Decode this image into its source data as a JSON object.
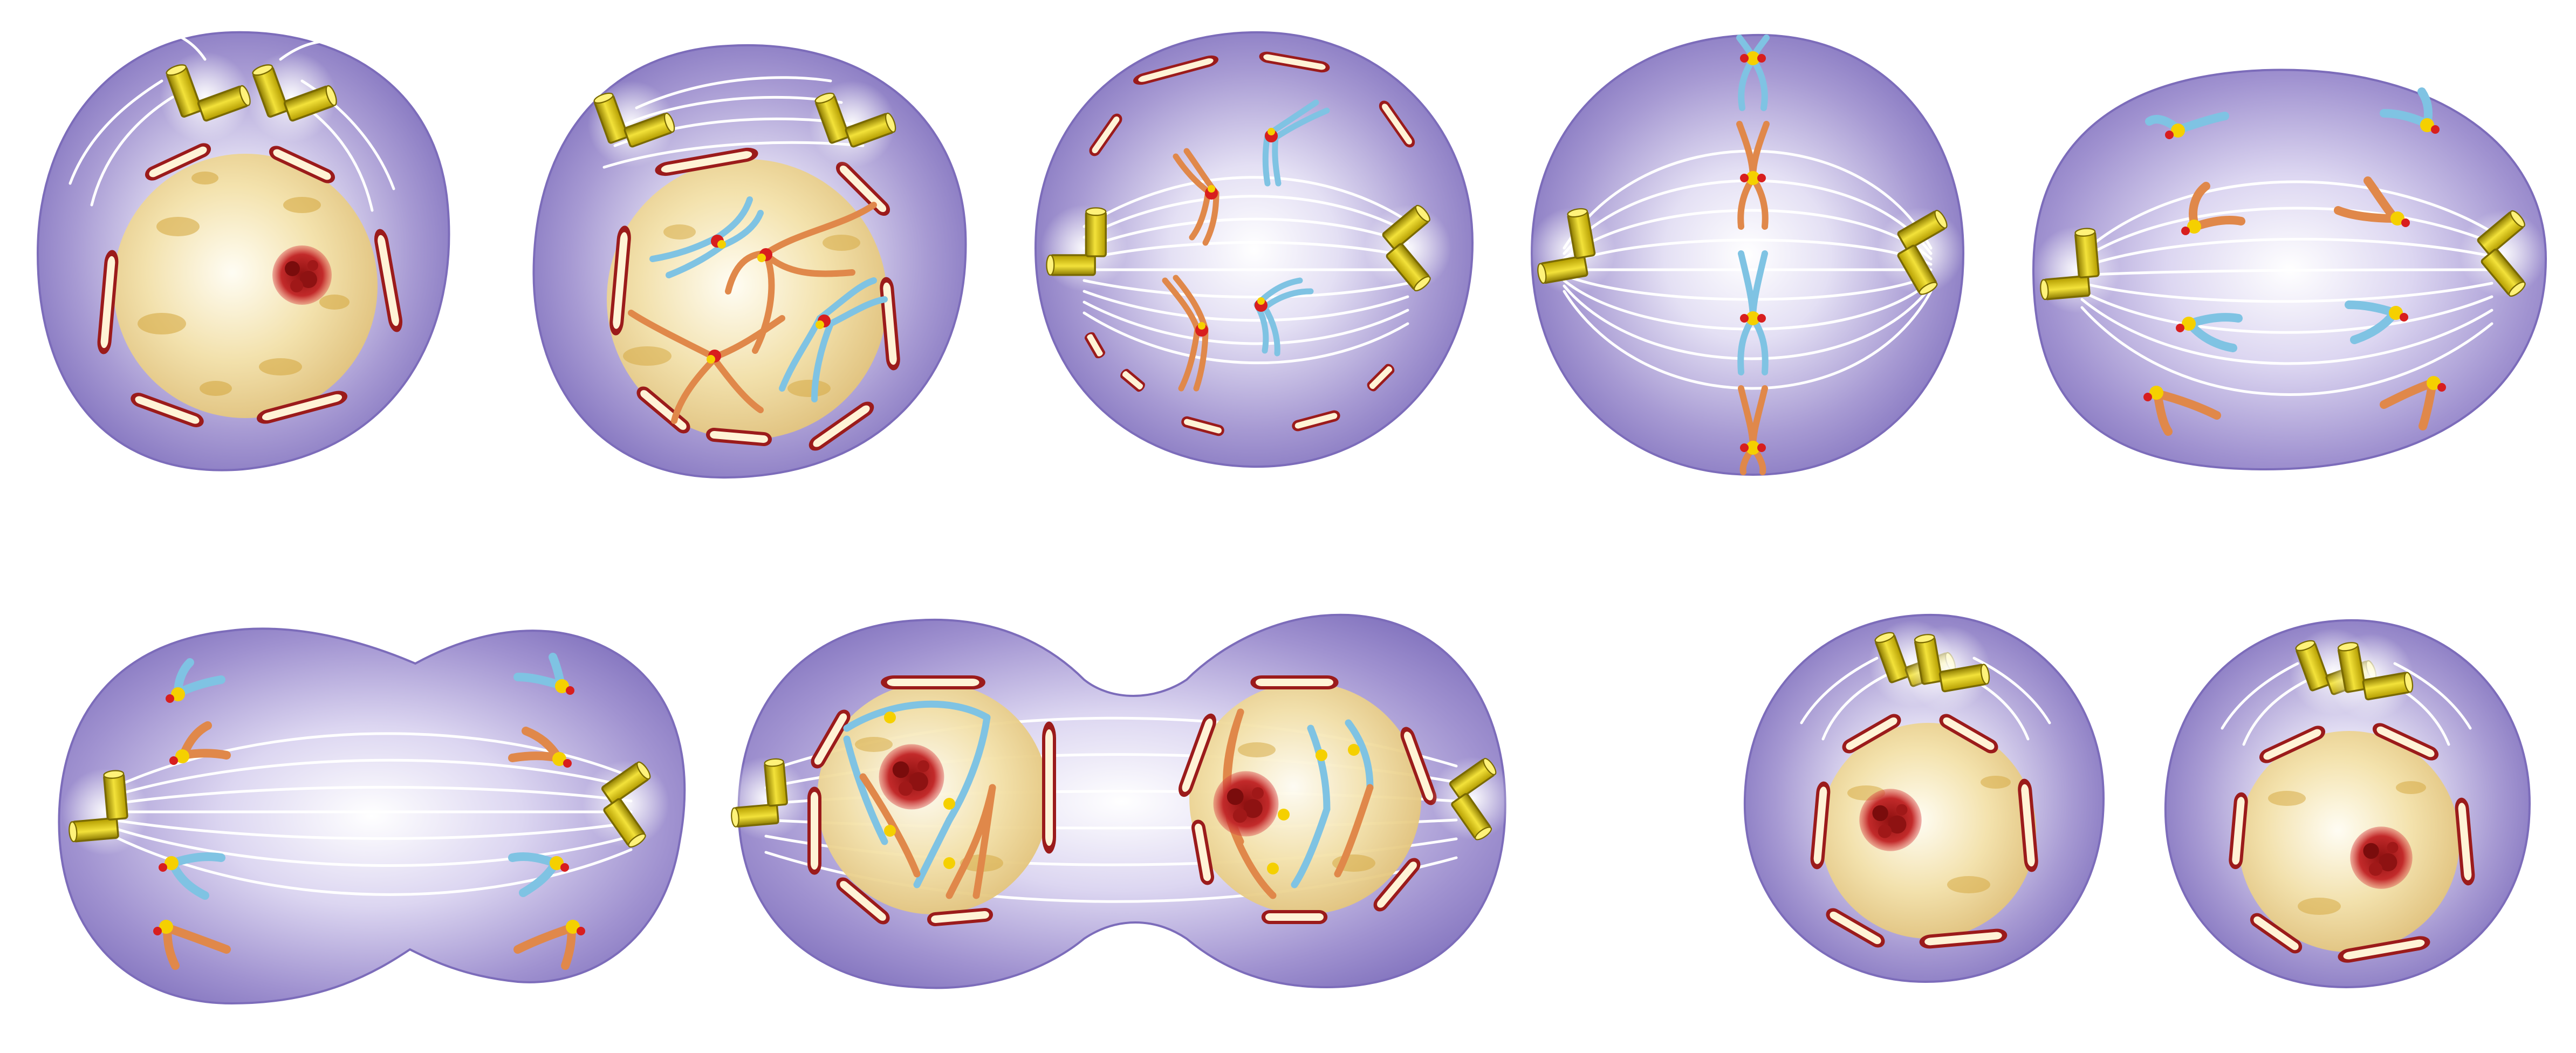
{
  "diagram": {
    "subject": "mitosis-stages",
    "printed_text": [],
    "colors": {
      "cytoplasm": "#8f80c8",
      "cytoplasm_light": "#f3f1fb",
      "nucleoplasm": "#f4e6b8",
      "nuclear_envelope": "#9b1b1b",
      "envelope_fill": "#fff3d6",
      "nucleolus": "#b3202a",
      "chromosome_blue": "#7fc3e3",
      "chromosome_orange": "#e0884a",
      "centromere": "#d81e1e",
      "kinetochore": "#f5d000",
      "centriole": "#d9c200",
      "spindle_fiber": "#ffffff"
    },
    "panels": [
      {
        "id": "interphase",
        "icons": [
          "nucleus-icon",
          "nucleolus-icon",
          "centriole-pair-icon"
        ]
      },
      {
        "id": "prophase",
        "icons": [
          "condensing-chromosome-icon",
          "centriole-pair-icon"
        ]
      },
      {
        "id": "prometaphase",
        "icons": [
          "fragmented-envelope-icon",
          "chromosome-icon"
        ]
      },
      {
        "id": "metaphase",
        "icons": [
          "metaphase-plate-icon"
        ]
      },
      {
        "id": "anaphase",
        "icons": [
          "sister-chromatid-icon"
        ]
      },
      {
        "id": "late-anaphase",
        "icons": [
          "elongated-cell-icon"
        ]
      },
      {
        "id": "telophase",
        "icons": [
          "reforming-nucleus-icon"
        ]
      },
      {
        "id": "cytokinesis-daughter-cells",
        "icons": [
          "daughter-cell-icon"
        ]
      }
    ]
  }
}
